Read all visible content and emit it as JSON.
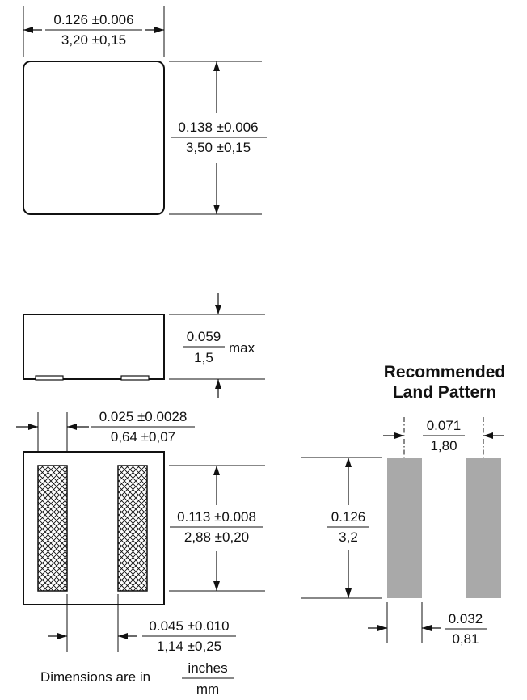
{
  "top_view": {
    "width_in": "0.126 ±0.006",
    "width_mm": "3,20 ±0,15",
    "height_in": "0.138 ±0.006",
    "height_mm": "3,50 ±0,15"
  },
  "side_view": {
    "thickness_in": "0.059",
    "thickness_mm": "1,5",
    "thickness_suffix": "max"
  },
  "bottom_view": {
    "terminal_offset_in": "0.025 ±0.0028",
    "terminal_offset_mm": "0,64 ±0,07",
    "terminal_length_in": "0.113 ±0.008",
    "terminal_length_mm": "2,88 ±0,20",
    "terminal_width_in": "0.045 ±0.010",
    "terminal_width_mm": "1,14 ±0,25"
  },
  "land_pattern": {
    "title_line1": "Recommended",
    "title_line2": "Land Pattern",
    "gap_in": "0.071",
    "gap_mm": "1,80",
    "length_in": "0.126",
    "length_mm": "3,2",
    "pad_width_in": "0.032",
    "pad_width_mm": "0,81"
  },
  "footer": {
    "prefix": "Dimensions are in",
    "unit_top": "inches",
    "unit_bottom": "mm"
  },
  "colors": {
    "pad_fill": "#a9a9a9",
    "line": "#111111"
  }
}
